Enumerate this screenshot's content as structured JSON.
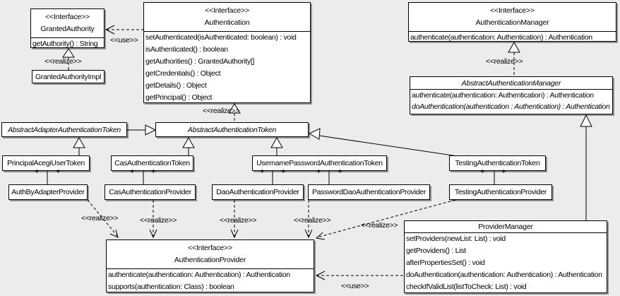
{
  "labels": {
    "interface_stereotype": "<<Interface>>",
    "realize": "<<realize>>",
    "use": "<<use>>",
    "plus": "+"
  },
  "classes": {
    "granted_authority": {
      "stereotype": "<<Interface>>",
      "name": "GrantedAuthority",
      "methods": [
        "getAuthority() : String"
      ]
    },
    "granted_authority_impl": {
      "name": "GrantedAuthorityImpl"
    },
    "authentication": {
      "stereotype": "<<Interface>>",
      "name": "Authentication",
      "methods": [
        "setAuthenticated(isAuthenticated: boolean) : void",
        "isAuthenticated() : boolean",
        "getAuthorities() : GrantedAuthority[]",
        "getCredentials() : Object",
        "getDetails() : Object",
        "getPrincipal() : Object"
      ]
    },
    "authentication_manager": {
      "stereotype": "<<Interface>>",
      "name": "AuthenticationManager",
      "methods": [
        "authenticate(authentication: Authentication) : Authentication"
      ]
    },
    "abstract_authentication_manager": {
      "name": "AbstractAuthenticationManager",
      "methods": [
        "authenticate(authentication: Authentication) : Authentication",
        "doAuthentication(authentication : Authentication) : Authentication"
      ]
    },
    "abstract_adapter_authentication_token": {
      "name": "AbstractAdapterAuthenticationToken"
    },
    "abstract_authentication_token": {
      "name": "AbstractAuthenticationToken"
    },
    "principal_acegi_user_token": {
      "name": "PrincipalAcegiUserToken"
    },
    "cas_authentication_token": {
      "name": "CasAuthenticationToken"
    },
    "username_password_authentication_token": {
      "name": "UsernamePasswordAuthenticationToken"
    },
    "testing_authentication_token": {
      "name": "TestingAuthenticationToken"
    },
    "auth_by_adapter_provider": {
      "name": "AuthByAdapterProvider"
    },
    "cas_authentication_provider": {
      "name": "CasAuthenticationProvider"
    },
    "dao_authentication_provider": {
      "name": "DaoAuthenticationProvider"
    },
    "password_dao_authentication_provider": {
      "name": "PasswordDaoAuthenticationProvider"
    },
    "testing_authentication_provider": {
      "name": "TestingAuthenticationProvider"
    },
    "authentication_provider": {
      "stereotype": "<<Interface>>",
      "name": "AuthenticationProvider",
      "methods": [
        "authenticate(authentication: Authentication) : Authentication",
        "supports(authentication: Class) : boolean"
      ]
    },
    "provider_manager": {
      "name": "ProviderManager",
      "methods": [
        "setProviders(newList: List) : void",
        "getProviders() : List",
        "afterPropertiesSet() : void",
        "doAuthentication(authentication: Authentication) : Authentication",
        "checkIfValidList(listToCheck: List) : void"
      ]
    }
  }
}
